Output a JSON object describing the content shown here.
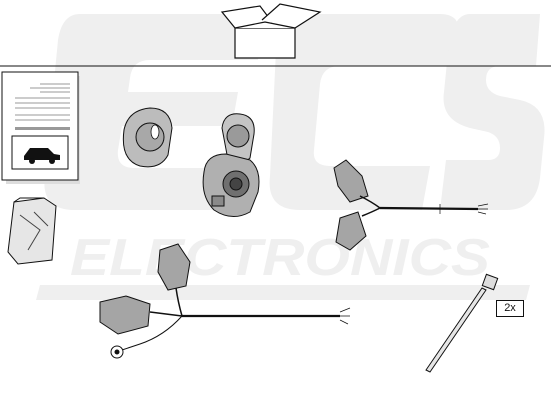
{
  "watermark": {
    "brand": "ECS",
    "wordmark": "ELECTRONICS",
    "color": "#eeeeee"
  },
  "parts": {
    "box_icon": "cardboard-box-icon",
    "manual_icon": "instruction-manual-icon",
    "car_icon": "car-icon",
    "bag_icon": "parts-bag-icon",
    "socket_cover_icon": "socket-cover-icon",
    "socket_icon": "thirteen-pin-socket-icon",
    "harness_icon": "wiring-harness-icon",
    "cable_tie_icon": "cable-tie-icon",
    "cable_tie_quantity": "2x"
  },
  "colors": {
    "line": "#111111",
    "part_fill": "#b8b8b8",
    "part_dark": "#6a6a6a"
  }
}
